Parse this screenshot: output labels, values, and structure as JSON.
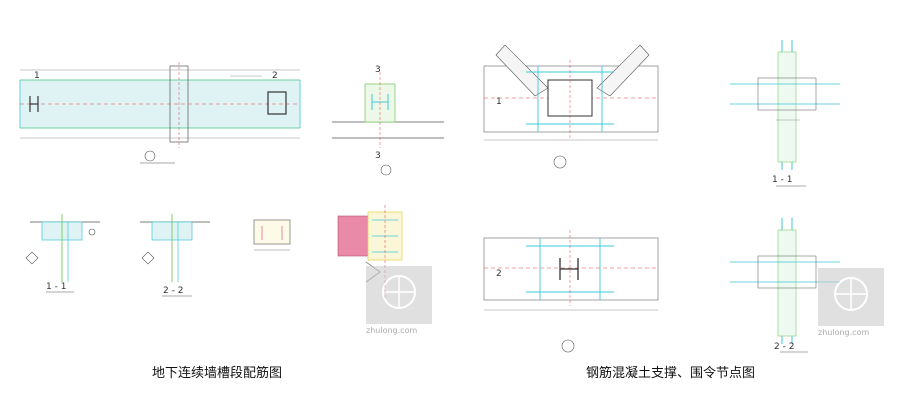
{
  "left_panel": {
    "caption": "地下连续墙槽段配筋图",
    "detail_labels": [
      "1",
      "2",
      "3",
      "3"
    ],
    "section_labels": [
      "1 - 1",
      "2 - 2"
    ]
  },
  "right_panel": {
    "caption": "钢筋混凝土支撑、围令节点图",
    "detail_labels": [
      "1",
      "2"
    ],
    "section_labels": [
      "1 - 1",
      "2 - 2"
    ]
  },
  "watermark": {
    "text": "zhulong.com"
  },
  "colors": {
    "line": "#555555",
    "rebar_cyan": "#3fc8d8",
    "rebar_green": "#7fce6a",
    "rebar_yellow": "#e8d85a",
    "accent_red": "#e04040",
    "fill_pink": "#e88aa8"
  }
}
